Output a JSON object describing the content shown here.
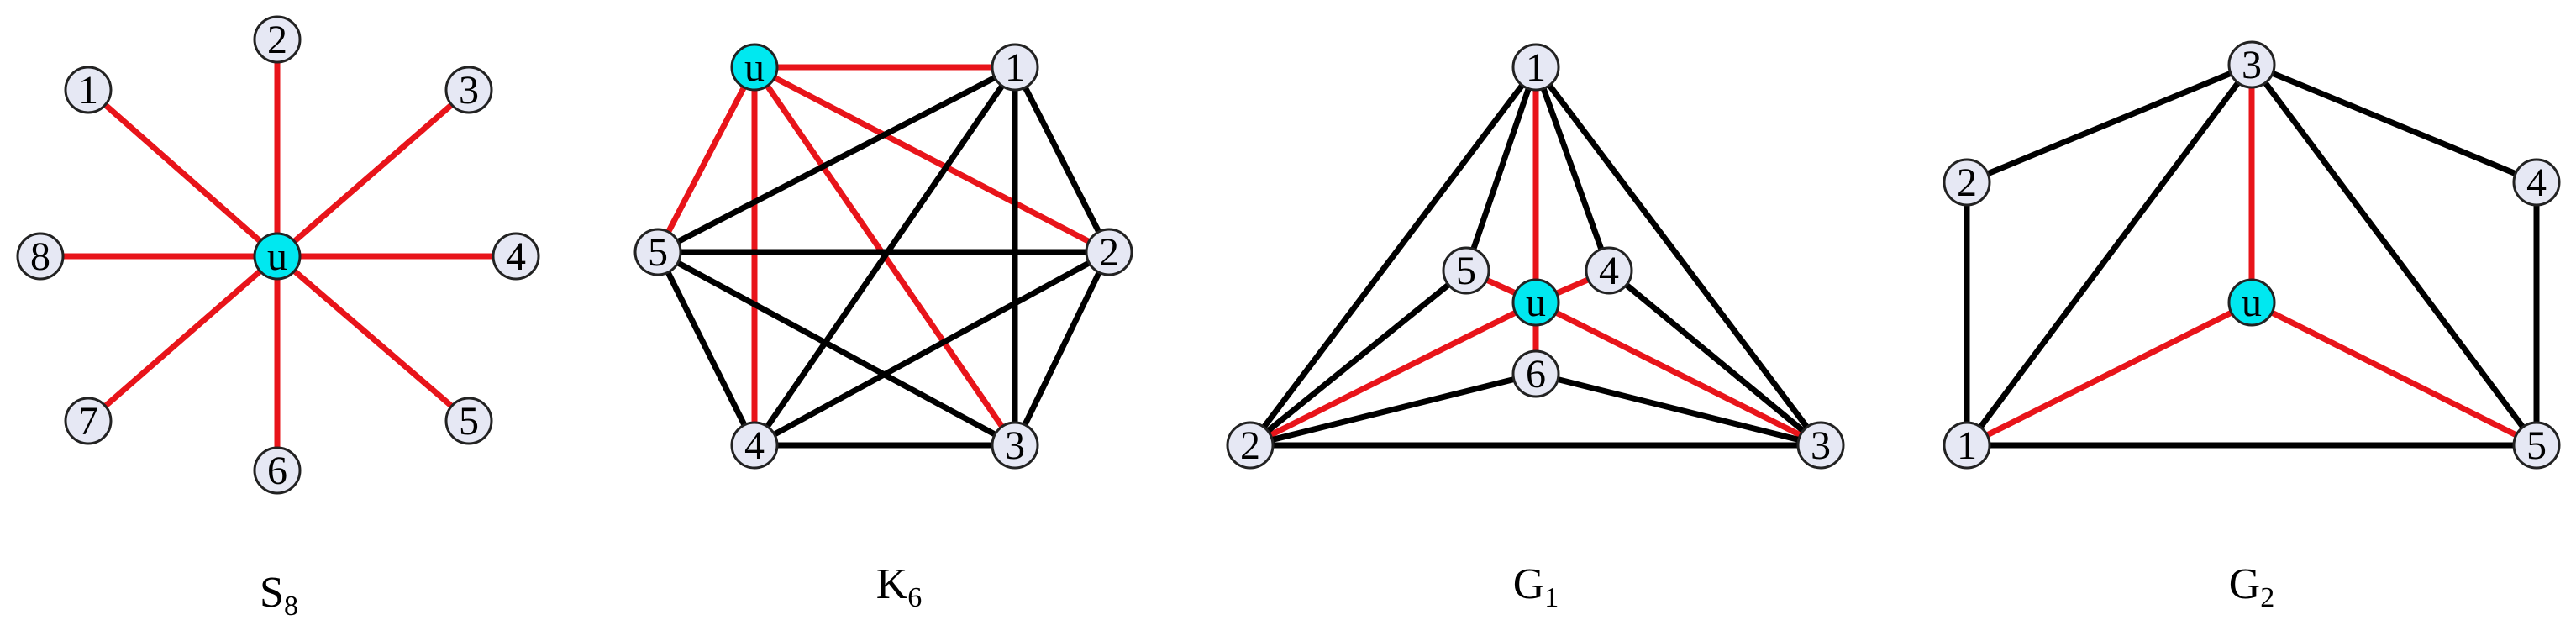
{
  "colors": {
    "hub_fill": "#00e8f0",
    "node_fill": "#e6e8f4",
    "hub_edge": "#e8141a",
    "other_edge": "#000000"
  },
  "graphs": [
    {
      "id": "s8",
      "caption": {
        "main": "S",
        "sub": "8"
      },
      "nodes": [
        "1",
        "2",
        "3",
        "4",
        "5",
        "6",
        "7",
        "8",
        "u"
      ],
      "hub": "u",
      "edges": [
        [
          "u",
          "1"
        ],
        [
          "u",
          "2"
        ],
        [
          "u",
          "3"
        ],
        [
          "u",
          "4"
        ],
        [
          "u",
          "5"
        ],
        [
          "u",
          "6"
        ],
        [
          "u",
          "7"
        ],
        [
          "u",
          "8"
        ]
      ]
    },
    {
      "id": "k6",
      "caption": {
        "main": "K",
        "sub": "6"
      },
      "nodes": [
        "u",
        "1",
        "2",
        "3",
        "4",
        "5"
      ],
      "hub": "u",
      "edges": [
        [
          "u",
          "1"
        ],
        [
          "u",
          "2"
        ],
        [
          "u",
          "3"
        ],
        [
          "u",
          "4"
        ],
        [
          "u",
          "5"
        ],
        [
          "1",
          "2"
        ],
        [
          "1",
          "3"
        ],
        [
          "1",
          "4"
        ],
        [
          "1",
          "5"
        ],
        [
          "2",
          "3"
        ],
        [
          "2",
          "4"
        ],
        [
          "2",
          "5"
        ],
        [
          "3",
          "4"
        ],
        [
          "3",
          "5"
        ],
        [
          "4",
          "5"
        ]
      ]
    },
    {
      "id": "g1",
      "caption": {
        "main": "G",
        "sub": "1"
      },
      "nodes": [
        "1",
        "2",
        "3",
        "4",
        "5",
        "6",
        "u"
      ],
      "hub": "u",
      "edges": [
        [
          "u",
          "1"
        ],
        [
          "u",
          "2"
        ],
        [
          "u",
          "3"
        ],
        [
          "u",
          "4"
        ],
        [
          "u",
          "5"
        ],
        [
          "u",
          "6"
        ],
        [
          "1",
          "2"
        ],
        [
          "1",
          "3"
        ],
        [
          "1",
          "4"
        ],
        [
          "1",
          "5"
        ],
        [
          "2",
          "3"
        ],
        [
          "2",
          "5"
        ],
        [
          "2",
          "6"
        ],
        [
          "3",
          "4"
        ],
        [
          "3",
          "6"
        ]
      ]
    },
    {
      "id": "g2",
      "caption": {
        "main": "G",
        "sub": "2"
      },
      "nodes": [
        "1",
        "2",
        "3",
        "4",
        "5",
        "u"
      ],
      "hub": "u",
      "edges": [
        [
          "u",
          "3"
        ],
        [
          "u",
          "1"
        ],
        [
          "u",
          "5"
        ],
        [
          "1",
          "2"
        ],
        [
          "2",
          "3"
        ],
        [
          "3",
          "4"
        ],
        [
          "4",
          "5"
        ],
        [
          "1",
          "3"
        ],
        [
          "3",
          "5"
        ],
        [
          "1",
          "5"
        ]
      ]
    }
  ]
}
